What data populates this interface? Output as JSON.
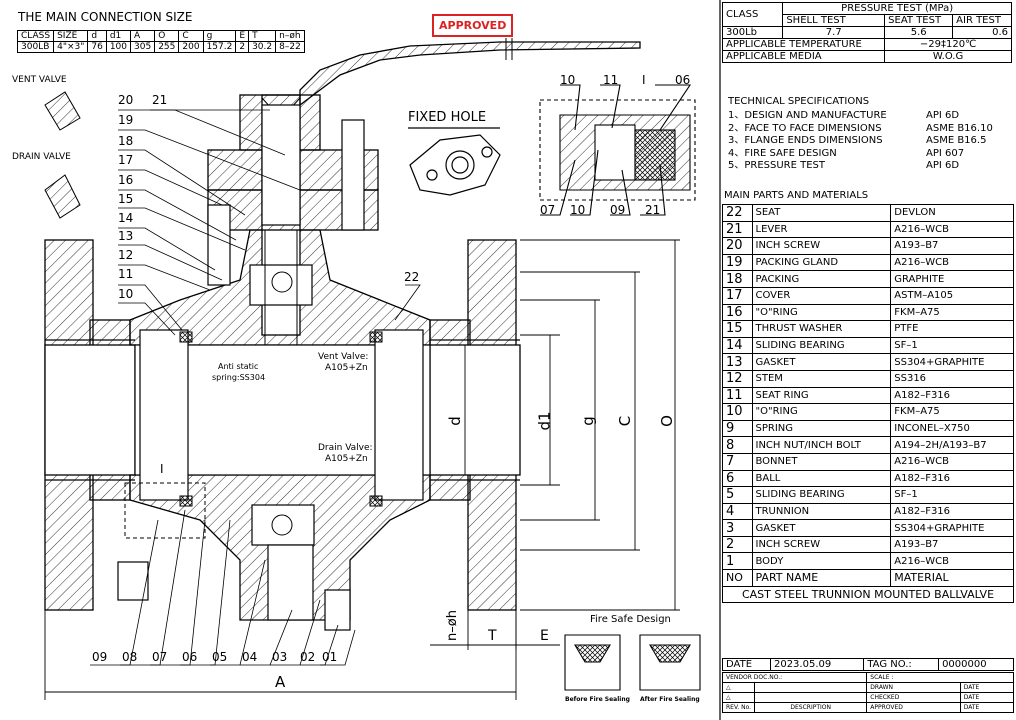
{
  "conn": {
    "title": "THE MAIN CONNECTION SIZE",
    "headers": [
      "CLASS",
      "SIZE",
      "d",
      "d1",
      "A",
      "O",
      "C",
      "g",
      "E",
      "T",
      "n–øh"
    ],
    "row": [
      "300LB",
      "4\"×3\"",
      "76",
      "100",
      "305",
      "255",
      "200",
      "157.2",
      "2",
      "30.2",
      "8–22"
    ]
  },
  "stamp": "APPROVED",
  "valve_labels": {
    "vent": "VENT VALVE",
    "drain": "DRAIN VALVE"
  },
  "fixed_hole": "FIXED HOLE",
  "callouts": {
    "left": [
      "20",
      "21",
      "19",
      "18",
      "17",
      "16",
      "15",
      "14",
      "13",
      "12",
      "11",
      "10"
    ],
    "bottom": [
      "09",
      "08",
      "07",
      "06",
      "05",
      "04",
      "03",
      "02",
      "01"
    ],
    "detail_top": [
      "10",
      "11",
      "I",
      "06"
    ],
    "detail_bottom": [
      "07",
      "10",
      "09",
      "21"
    ],
    "other": [
      "22",
      "I"
    ]
  },
  "notes": {
    "anti_static_1": "Anti static",
    "anti_static_2": "spring:SS304",
    "vent_1": "Vent Valve:",
    "vent_2": "A105+Zn",
    "drain_1": "Drain Valve:",
    "drain_2": "A105+Zn"
  },
  "dims": {
    "d": "d",
    "d1": "d1",
    "g": "g",
    "C": "C",
    "O": "O",
    "A": "A",
    "nh": "n–øh",
    "T": "T",
    "E": "E"
  },
  "fire_safe": {
    "title": "Fire Safe Design",
    "before": "Before Fire Sealing",
    "after": "After Fire Sealing"
  },
  "pressure": {
    "title": "PRESSURE TEST (MPa)",
    "class_label": "CLASS",
    "cols": [
      "SHELL TEST",
      "SEAT TEST",
      "AIR TEST"
    ],
    "row": [
      "300Lb",
      "7.7",
      "5.6",
      "0.6"
    ],
    "temp_label": "APPLICABLE TEMPERATURE",
    "temp_value": "−29‡120℃",
    "media_label": "APPLICABLE MEDIA",
    "media_value": "W.O.G"
  },
  "tech": {
    "title": "TECHNICAL SPECIFICATIONS",
    "items": [
      [
        "1、DESIGN AND MANUFACTURE",
        "API 6D"
      ],
      [
        "2、FACE TO FACE DIMENSIONS",
        "ASME B16.10"
      ],
      [
        "3、FLANGE ENDS DIMENSIONS",
        "ASME B16.5"
      ],
      [
        "4、FIRE SAFE DESIGN",
        "API 607"
      ],
      [
        "5、PRESSURE TEST",
        "API 6D"
      ]
    ]
  },
  "parts": {
    "title": "MAIN PARTS AND MATERIALS",
    "rows": [
      [
        "22",
        "SEAT",
        "DEVLON"
      ],
      [
        "21",
        "LEVER",
        "A216–WCB"
      ],
      [
        "20",
        "INCH SCREW",
        "A193–B7"
      ],
      [
        "19",
        "PACKING GLAND",
        "A216–WCB"
      ],
      [
        "18",
        "PACKING",
        "GRAPHITE"
      ],
      [
        "17",
        "COVER",
        "ASTM–A105"
      ],
      [
        "16",
        "\"O\"RING",
        "FKM–A75"
      ],
      [
        "15",
        "THRUST WASHER",
        "PTFE"
      ],
      [
        "14",
        "SLIDING BEARING",
        "SF–1"
      ],
      [
        "13",
        "GASKET",
        "SS304+GRAPHITE"
      ],
      [
        "12",
        "STEM",
        "SS316"
      ],
      [
        "11",
        "SEAT RING",
        "A182–F316"
      ],
      [
        "10",
        "\"O\"RING",
        "FKM–A75"
      ],
      [
        "9",
        "SPRING",
        "INCONEL–X750"
      ],
      [
        "8",
        "INCH NUT/INCH BOLT",
        "A194–2H/A193–B7"
      ],
      [
        "7",
        "BONNET",
        "A216–WCB"
      ],
      [
        "6",
        "BALL",
        "A182–F316"
      ],
      [
        "5",
        "SLIDING BEARING",
        "SF–1"
      ],
      [
        "4",
        "TRUNNION",
        "A182–F316"
      ],
      [
        "3",
        "GASKET",
        "SS304+GRAPHITE"
      ],
      [
        "2",
        "INCH SCREW",
        "A193–B7"
      ],
      [
        "1",
        "BODY",
        "A216–WCB"
      ]
    ],
    "header": [
      "NO",
      "PART NAME",
      "MATERIAL"
    ],
    "product": "CAST STEEL TRUNNION MOUNTED BALLVALVE"
  },
  "title_block": {
    "date_label": "DATE",
    "date": "2023.05.09",
    "tag_label": "TAG NO.:",
    "tag": "0000000",
    "vendor": "VENDOR DOC.NO.:",
    "scale": "SCALE :",
    "drawn": "DRAWN",
    "checked": "CHECKED",
    "approved": "APPROVED",
    "date_col": "DATE",
    "rev": "REV. No.",
    "description": "DESCRIPTION"
  }
}
